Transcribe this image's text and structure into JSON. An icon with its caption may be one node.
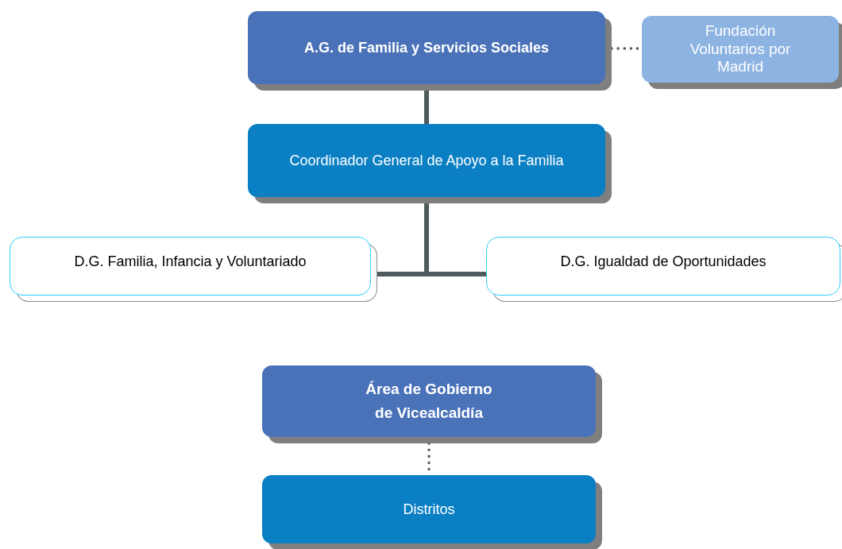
{
  "diagram": {
    "nodes": [
      {
        "text": [
          "A.G. de Familia y Servicios Sociales"
        ]
      },
      {
        "text": [
          "Fundación Voluntarios por Madrid"
        ]
      },
      {
        "text": [
          "Coordinador General de Apoyo a la Familia"
        ]
      },
      {
        "text": [
          "D.G. Familia, Infancia y Voluntariado"
        ]
      },
      {
        "text": [
          "D.G. Igualdad de Oportunidades"
        ]
      },
      {
        "text": [
          "Área de Gobierno de Vicealcaldía"
        ]
      },
      {
        "text": [
          "Distritos"
        ]
      }
    ],
    "edges": [
      {
        "from": 0,
        "to": 1,
        "arrow": "none",
        "style": "dashed"
      },
      {
        "from": 0,
        "to": 2,
        "arrow": "none"
      },
      {
        "from": 2,
        "to": 3,
        "arrow": "none"
      },
      {
        "from": 2,
        "to": 4,
        "arrow": "none"
      },
      {
        "from": 5,
        "to": 6,
        "arrow": "none",
        "style": "dashed"
      }
    ]
  }
}
